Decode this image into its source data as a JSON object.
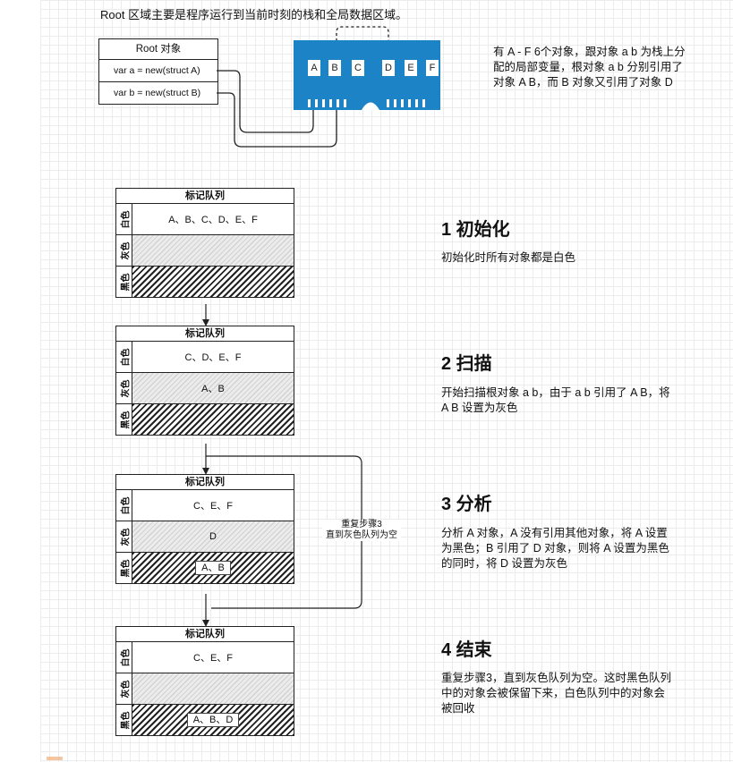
{
  "top": {
    "caption": "Root 区域主要是程序运行到当前时刻的栈和全局数据区域。",
    "root_box": {
      "title": "Root 对象",
      "vars": [
        "var a = new(struct A)",
        "var b = new(struct B)"
      ]
    },
    "memory_labels": [
      "A",
      "B",
      "C",
      "D",
      "E",
      "F"
    ],
    "note": "有 A - F 6个对象，跟对象 a b 为栈上分配的局部变量，根对象 a b 分别引用了对象 A B，而 B 对象又引用了对象 D"
  },
  "row_labels": {
    "white": "白色",
    "grey": "灰色",
    "black": "黑色"
  },
  "queues": [
    {
      "title": "标记队列",
      "white": "A、B、C、D、E、F",
      "grey": "",
      "black": ""
    },
    {
      "title": "标记队列",
      "white": "C、D、E、F",
      "grey": "A、B",
      "black": ""
    },
    {
      "title": "标记队列",
      "white": "C、E、F",
      "grey": "D",
      "black": "A、B"
    },
    {
      "title": "标记队列",
      "white": "C、E、F",
      "grey": "",
      "black": "A、B、D"
    }
  ],
  "repeat_note": "重复步骤3\n直到灰色队列为空",
  "steps": [
    {
      "title": "1 初始化",
      "desc": "初始化时所有对象都是白色"
    },
    {
      "title": "2 扫描",
      "desc": "开始扫描根对象 a b，由于 a b 引用了 A B，将 A B 设置为灰色"
    },
    {
      "title": "3 分析",
      "desc": "分析 A 对象，A 没有引用其他对象，将 A 设置为黑色；B 引用了 D 对象，则将 A 设置为黑色的同时，将 D 设置为灰色"
    },
    {
      "title": "4 结束",
      "desc": "重复步骤3，直到灰色队列为空。这时黑色队列中的对象会被保留下来，白色队列中的对象会被回收"
    }
  ],
  "colors": {
    "memory_fill": "#1c84c6",
    "line": "#222222",
    "grid": "#ececec"
  }
}
